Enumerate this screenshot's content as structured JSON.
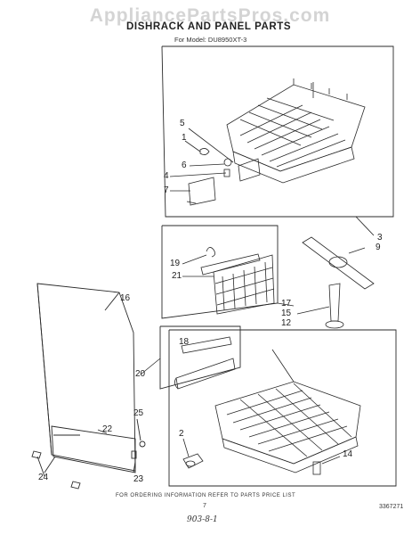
{
  "watermark": "AppliancePartsPros.com",
  "title": "DISHRACK AND PANEL PARTS",
  "model_line": "For Model: DU8950XT-3",
  "footer_note": "FOR ORDERING INFORMATION REFER TO PARTS PRICE LIST",
  "page_number": "7",
  "document_number": "3367271",
  "handwritten_note": "903-8-1",
  "callouts": [
    "1",
    "2",
    "3",
    "4",
    "5",
    "6",
    "7",
    "9",
    "12",
    "14",
    "15",
    "16",
    "17",
    "18",
    "19",
    "20",
    "21",
    "22",
    "23",
    "24",
    "25"
  ]
}
